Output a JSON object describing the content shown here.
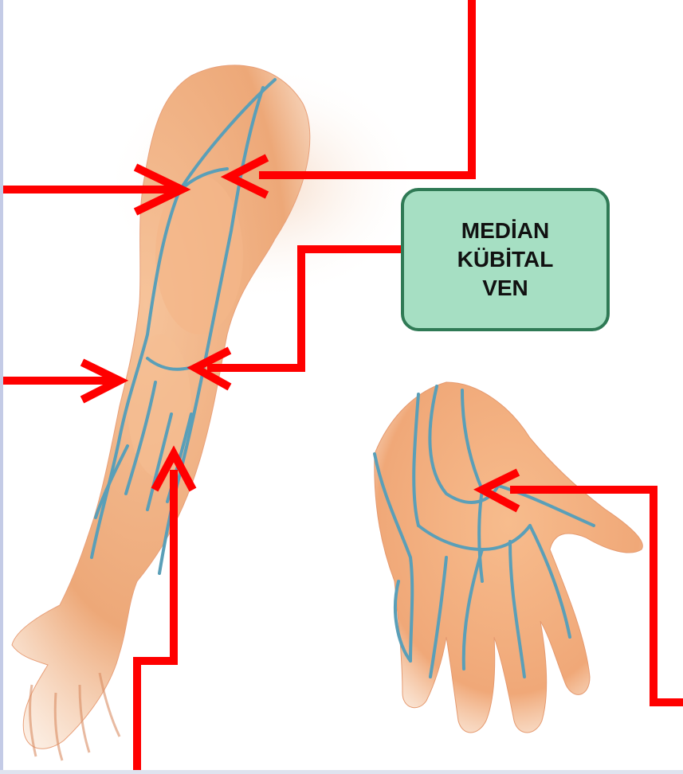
{
  "label_box": {
    "text": "MEDİAN\nKÜBİTAL\nVEN"
  },
  "colors": {
    "pointer": "#ff0000",
    "vein": "#5a9fb8",
    "skin": "#f0a878",
    "skin_light": "#f7c9a2",
    "label_fill": "#a6dfc3",
    "label_border": "#2f7a55"
  },
  "illustration": {
    "subjects": [
      "arm",
      "hand"
    ]
  }
}
